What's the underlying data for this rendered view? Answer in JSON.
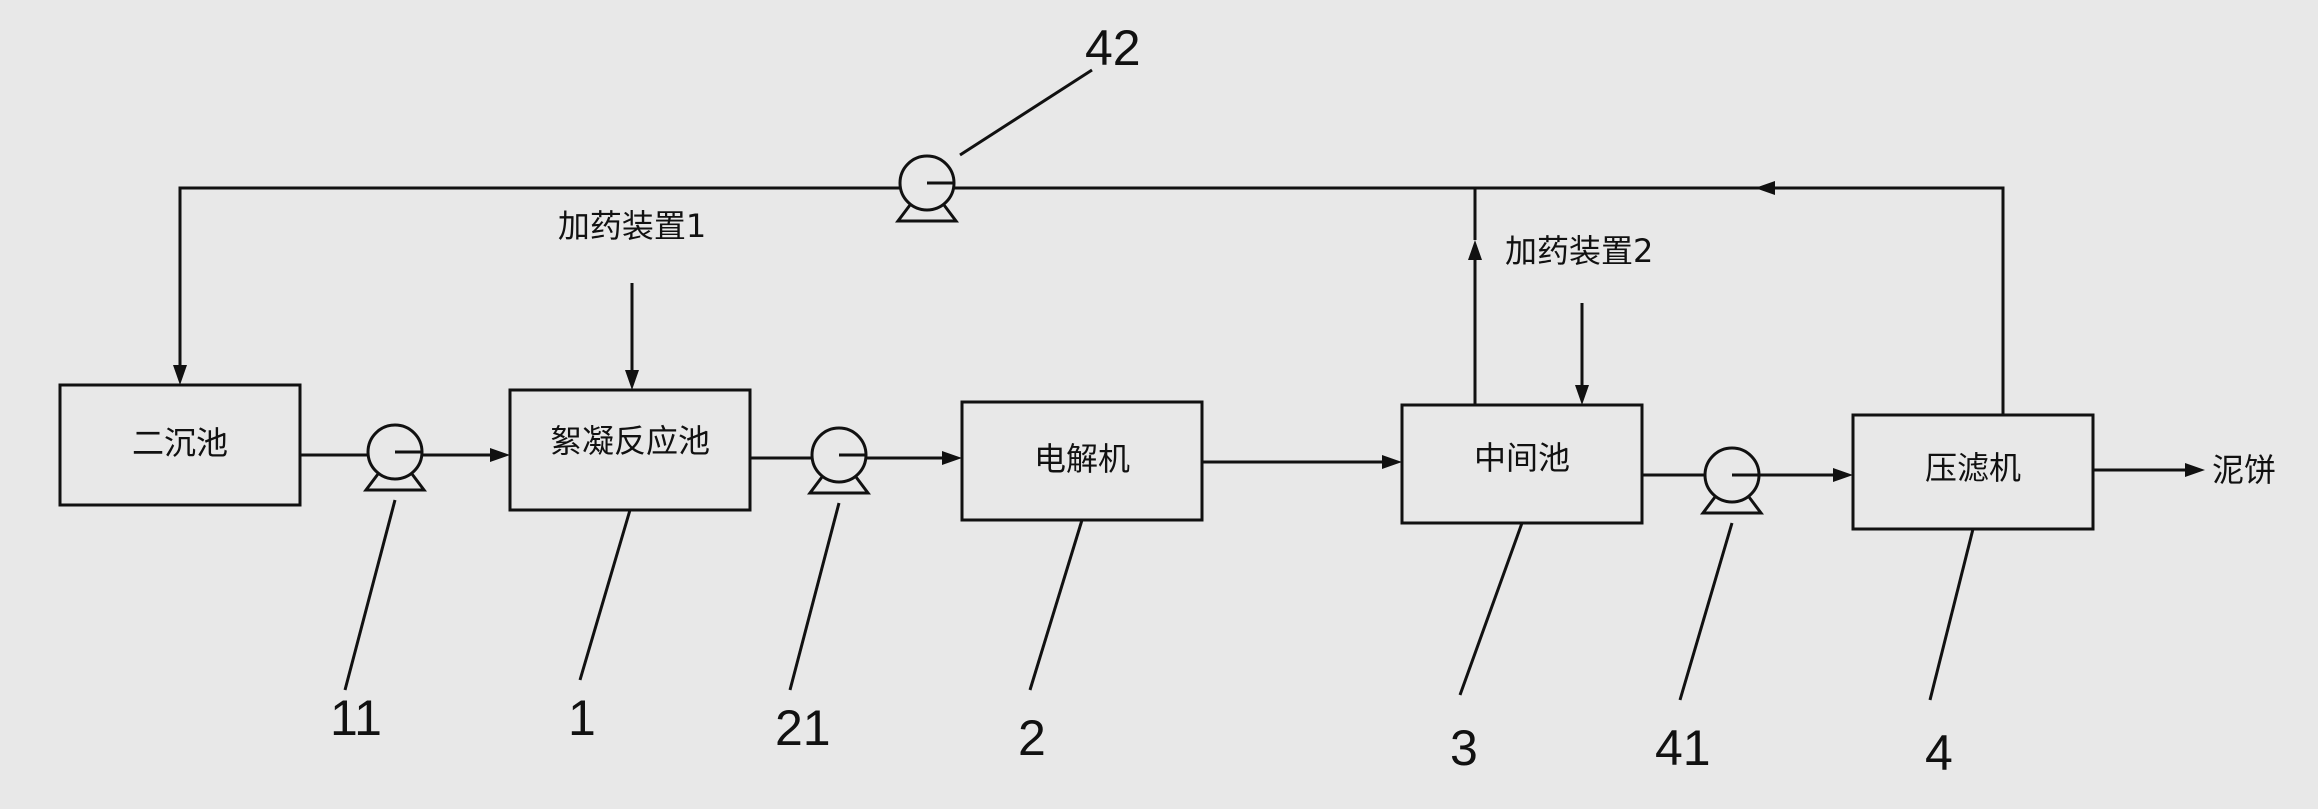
{
  "boxes": {
    "secondary_settling": "二沉池",
    "flocculation": "絮凝反应池",
    "electrolyzer": "电解机",
    "intermediate": "中间池",
    "filter_press": "压滤机"
  },
  "dosing": {
    "device1": "加药装置1",
    "device2": "加药装置2"
  },
  "output": "泥饼",
  "callouts": {
    "n11": "11",
    "n1": "1",
    "n21": "21",
    "n2": "2",
    "n3": "3",
    "n41": "41",
    "n4": "4",
    "n42": "42"
  }
}
